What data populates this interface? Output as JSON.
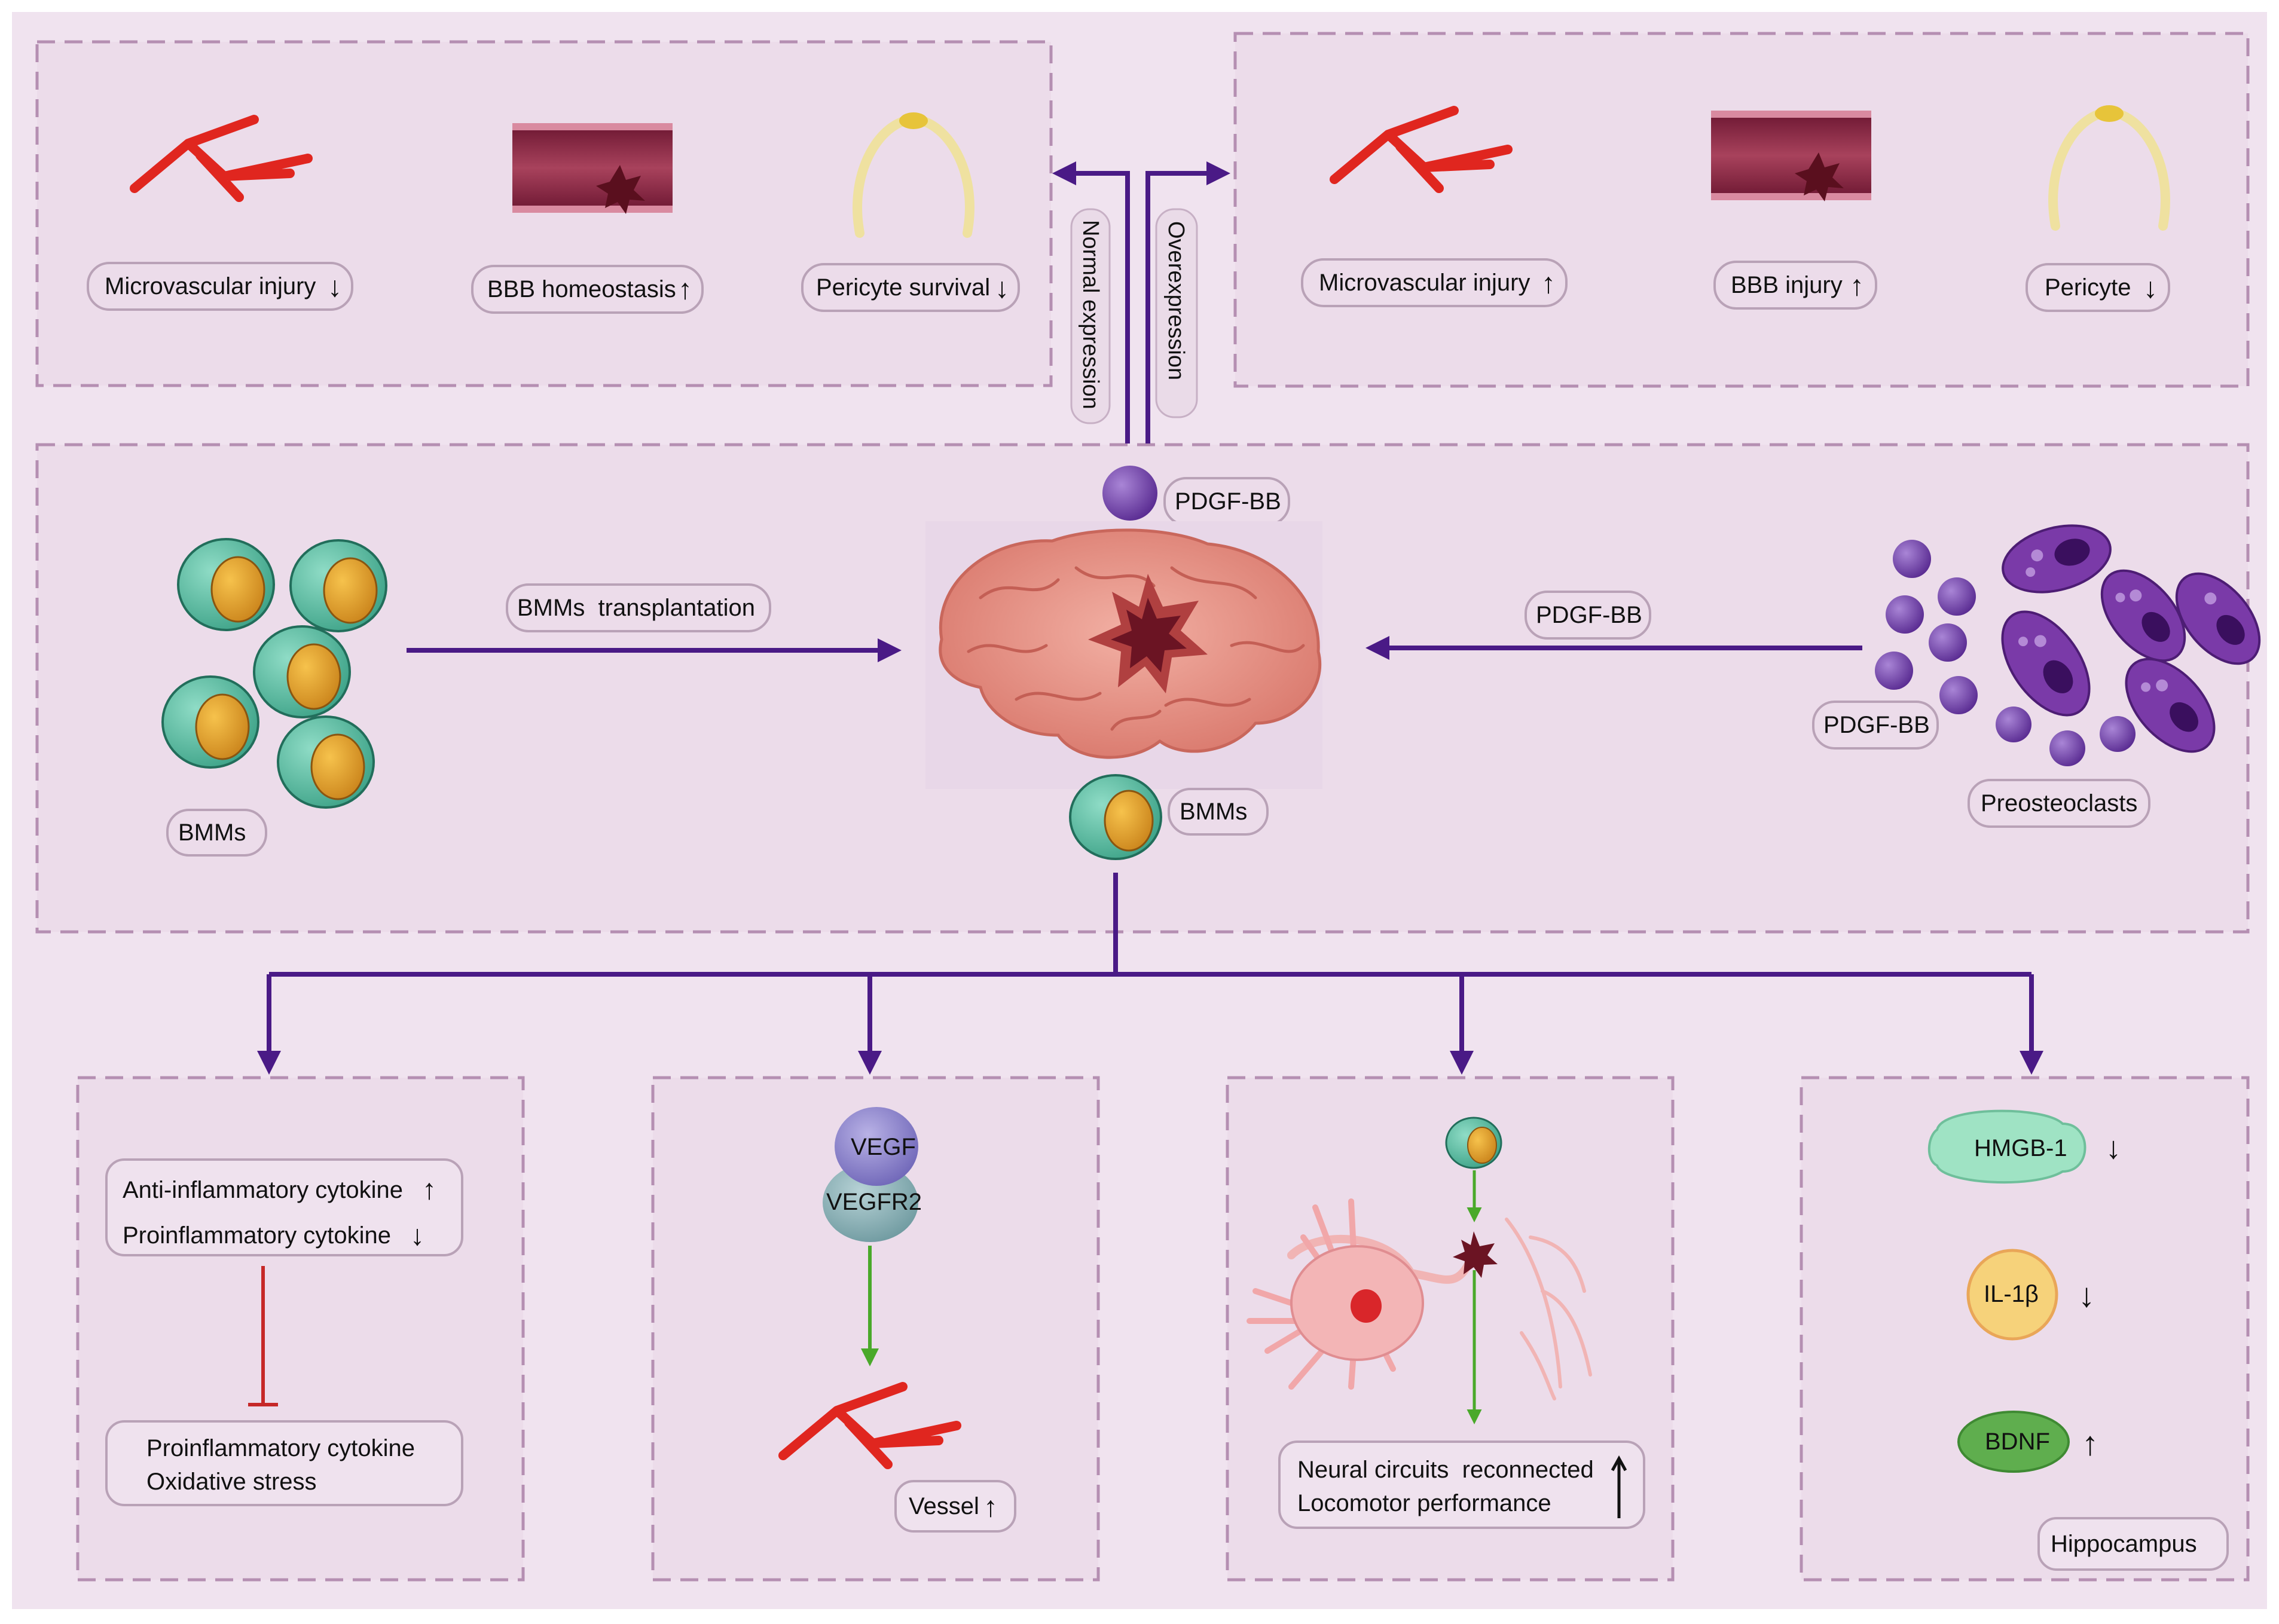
{
  "colors": {
    "background": "#f0e3ef",
    "panel": "#ecdcea",
    "panel_border": "#b58fb2",
    "arrow": "#4a1a86",
    "green_arrow": "#4aa92a",
    "inhibit": "#c62828",
    "vessel": "#e0261f",
    "bmm_cell": "#5cc0a4",
    "bmm_nucleus": "#e8a21e",
    "preosteoclast": "#7a3aa8",
    "pdgf": "#7c49b3",
    "brain": "#e6958b",
    "lesion": "#7a1d2c"
  },
  "top_left": {
    "labels": [
      "Microvascular injury",
      "BBB homeostasis",
      "Pericyte survival"
    ],
    "trends": [
      "down",
      "up",
      "down"
    ],
    "icons": [
      "vessel-icon",
      "blood-brain-barrier-icon",
      "pericyte-icon"
    ]
  },
  "top_right": {
    "labels": [
      "Microvascular injury",
      "BBB injury",
      "Pericyte"
    ],
    "trends": [
      "up",
      "up",
      "down"
    ],
    "icons": [
      "vessel-icon",
      "blood-brain-barrier-icon",
      "pericyte-icon"
    ]
  },
  "branches": {
    "left": "Normal expression",
    "right": "Overexpression"
  },
  "middle": {
    "pdgf_top_label": "PDGF-BB",
    "transplant_label": "BMMs  transplantation",
    "bmms_label": "BMMs",
    "bmms_center_label": "BMMs",
    "pdgf_arrow_label": "PDGF-BB",
    "pdgf_cluster_label": "PDGF-BB",
    "preosteoclasts_label": "Preosteoclasts"
  },
  "bottom": {
    "panel1": {
      "line1": "Anti-inflammatory cytokine",
      "line2": "Proinflammatory cytokine",
      "line1_trend": "up",
      "line2_trend": "down",
      "target_line1": "Proinflammatory cytokine",
      "target_line2": "Oxidative stress"
    },
    "panel2": {
      "ligand": "VEGF",
      "receptor": "VEGFR2",
      "result": "Vessel",
      "result_trend": "up"
    },
    "panel3": {
      "line1": "Neural circuits  reconnected",
      "line2": "Locomotor performance",
      "trend": "up"
    },
    "panel4": {
      "marker1": "HMGB-1",
      "marker1_trend": "down",
      "marker2": "IL-1β",
      "marker2_trend": "down",
      "marker3": "BDNF",
      "marker3_trend": "up",
      "region": "Hippocampus"
    }
  }
}
